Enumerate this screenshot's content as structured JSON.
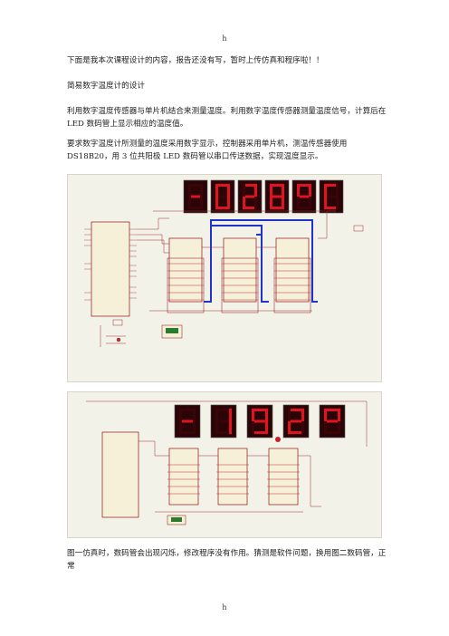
{
  "page": {
    "header_mark": "h",
    "footer_mark": "h"
  },
  "paragraphs": {
    "intro": "下面是我本次课程设计的内容，报告还没有写，暂时上传仿真和程序啦！！",
    "title": "简易数字温度计的设计",
    "desc": "利用数字温度传感器与单片机结合来测量温度。利用数字温度传感器测量温度信号，计算后在 LED 数码管上显示相应的温度值。",
    "req": "要求数字温度计所测量的温度采用数字显示，控制器采用单片机，测温传感器使用 DS18B20，用 3 位共阳极 LED 数码管以串口传送数据，实现温度显示。",
    "note": "图一仿真时，数码管会出现闪烁，修改程序没有作用。猜测是软件问题，换用图二数码管，正常"
  },
  "figure1": {
    "display_chars": [
      "-",
      "0",
      "2",
      "8",
      "°",
      "C"
    ],
    "segment_on_color": "#e0141e",
    "segment_off_color": "#3a0508",
    "bus_color": "#2233cc"
  },
  "figure2": {
    "display_chars": [
      "-",
      "1",
      "9",
      "2",
      "°C"
    ],
    "segment_on_color": "#e0141e"
  }
}
